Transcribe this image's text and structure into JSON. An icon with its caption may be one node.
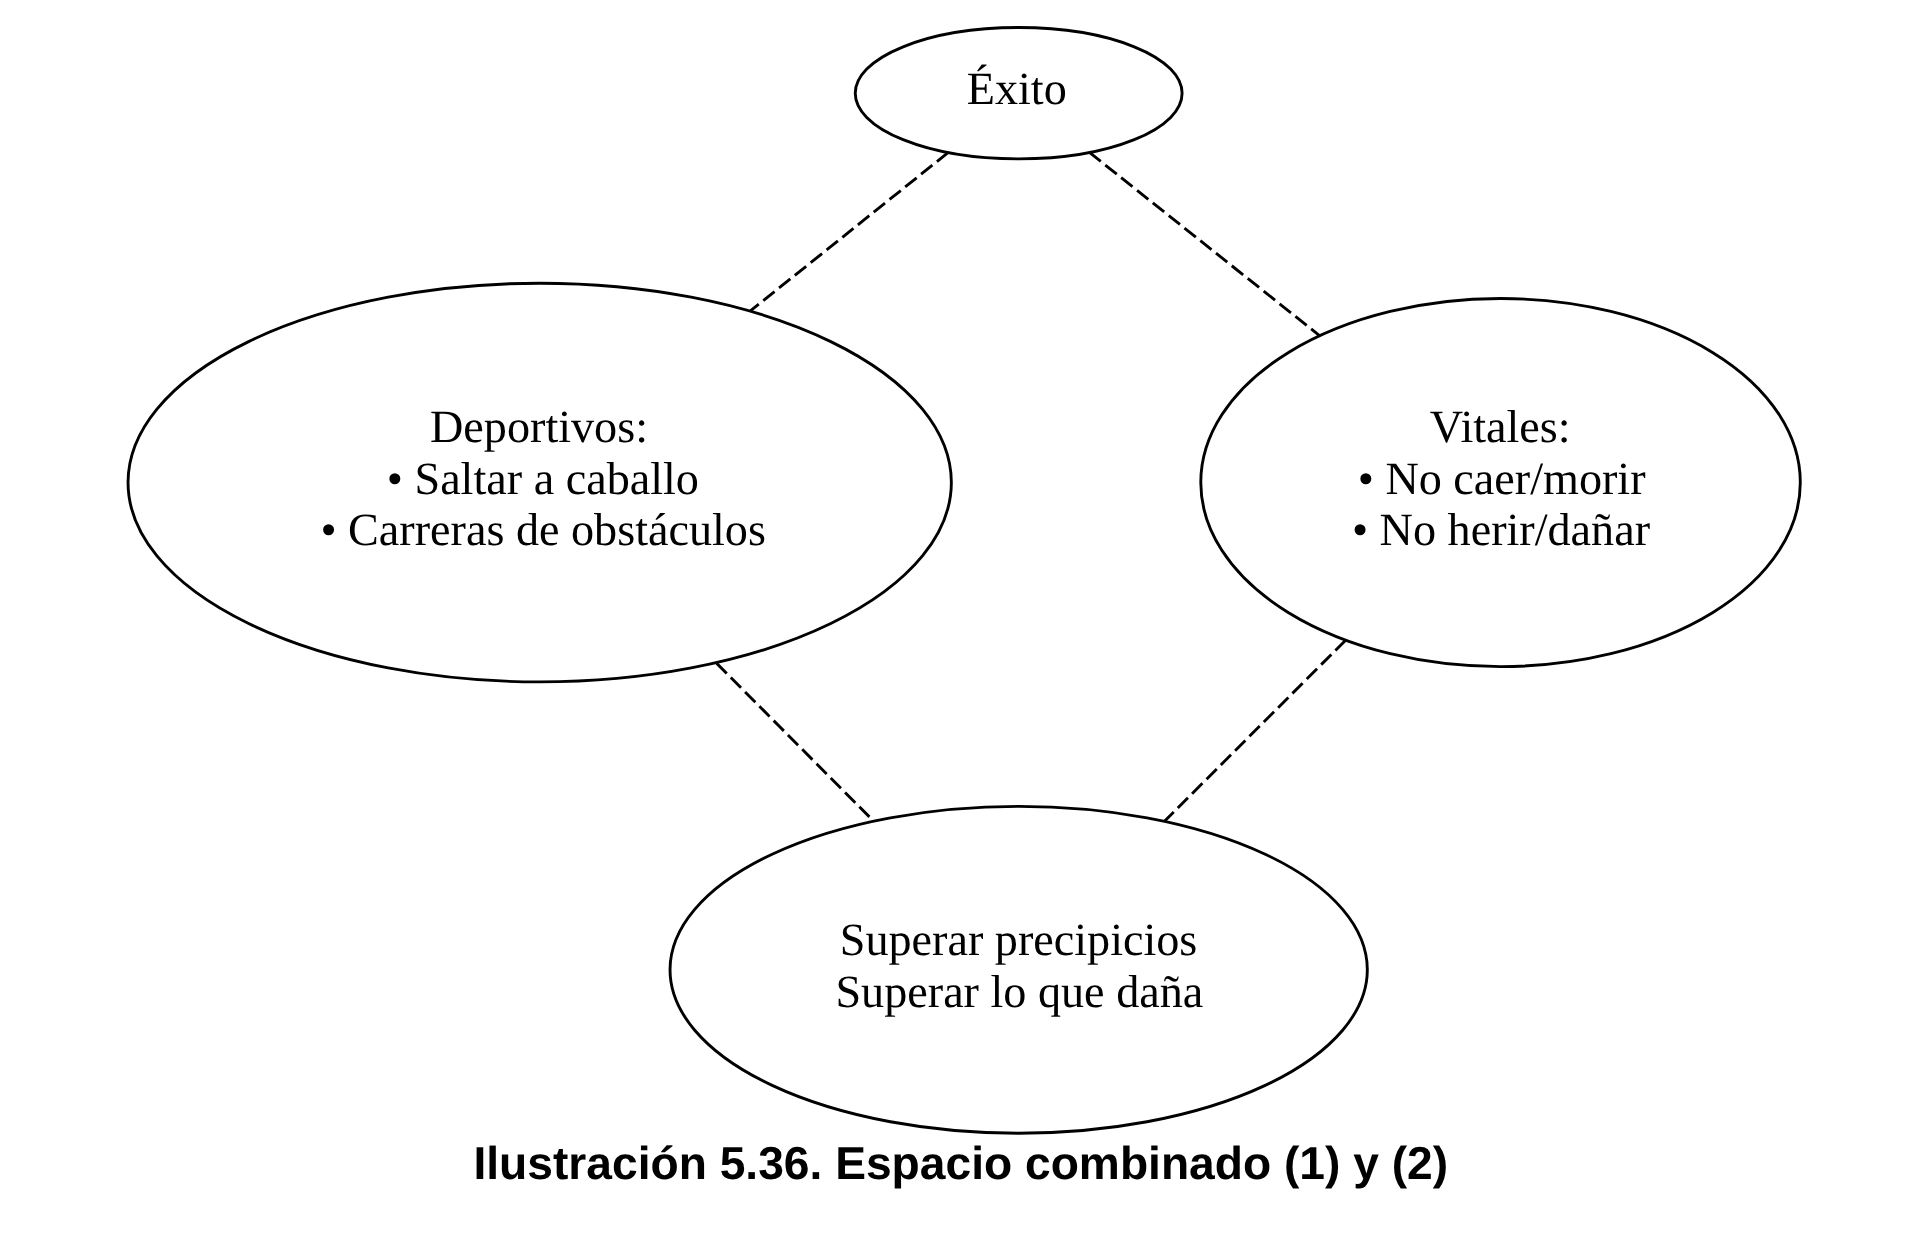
{
  "diagram": {
    "caption": "Ilustración 5.36. Espacio combinado (1) y (2)",
    "nodes": [
      {
        "text": [
          "Éxito"
        ]
      },
      {
        "text": [
          "Deportivos:",
          "• Saltar a caballo",
          "• Carreras de obstáculos"
        ]
      },
      {
        "text": [
          "Vitales:",
          "• No caer/morir",
          "• No herir/dañar"
        ]
      },
      {
        "text": [
          "Superar precipicios",
          "Superar lo que daña"
        ]
      }
    ],
    "edges": [
      {
        "from": 0,
        "to": 1,
        "arrow": "none",
        "style": "dashed"
      },
      {
        "from": 0,
        "to": 2,
        "arrow": "none",
        "style": "dashed"
      },
      {
        "from": 1,
        "to": 3,
        "arrow": "none",
        "style": "dashed"
      },
      {
        "from": 2,
        "to": 3,
        "arrow": "none",
        "style": "dashed"
      }
    ]
  }
}
